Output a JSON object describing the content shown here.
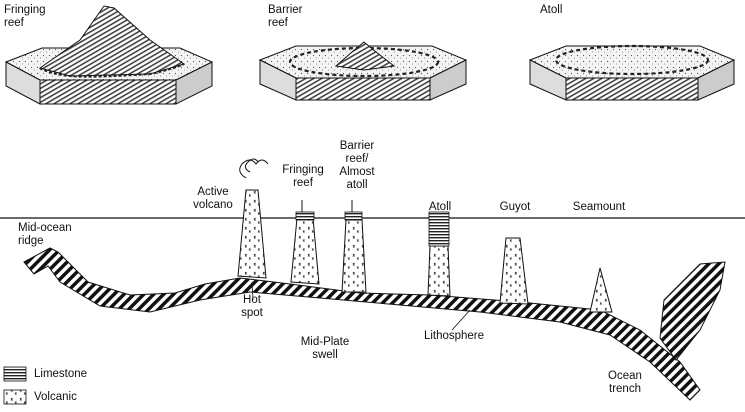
{
  "panels": {
    "fringing": "Fringing\nreef",
    "barrier": "Barrier\nreef",
    "atoll": "Atoll"
  },
  "labels": {
    "mid_ocean_ridge": "Mid-ocean\nridge",
    "active_volcano": "Active\nvolcano",
    "fringing_reef": "Fringing\nreef",
    "barrier_reef": "Barrier\nreef/\nAlmost\natoll",
    "atoll": "Atoll",
    "guyot": "Guyot",
    "seamount": "Seamount",
    "hot_spot": "Hot\nspot",
    "mid_plate_swell": "Mid-Plate\nswell",
    "lithosphere": "Lithosphere",
    "ocean_trench": "Ocean\ntrench"
  },
  "legend": [
    {
      "key": "limestone",
      "label": "Limestone"
    },
    {
      "key": "volcanic",
      "label": "Volcanic"
    }
  ]
}
